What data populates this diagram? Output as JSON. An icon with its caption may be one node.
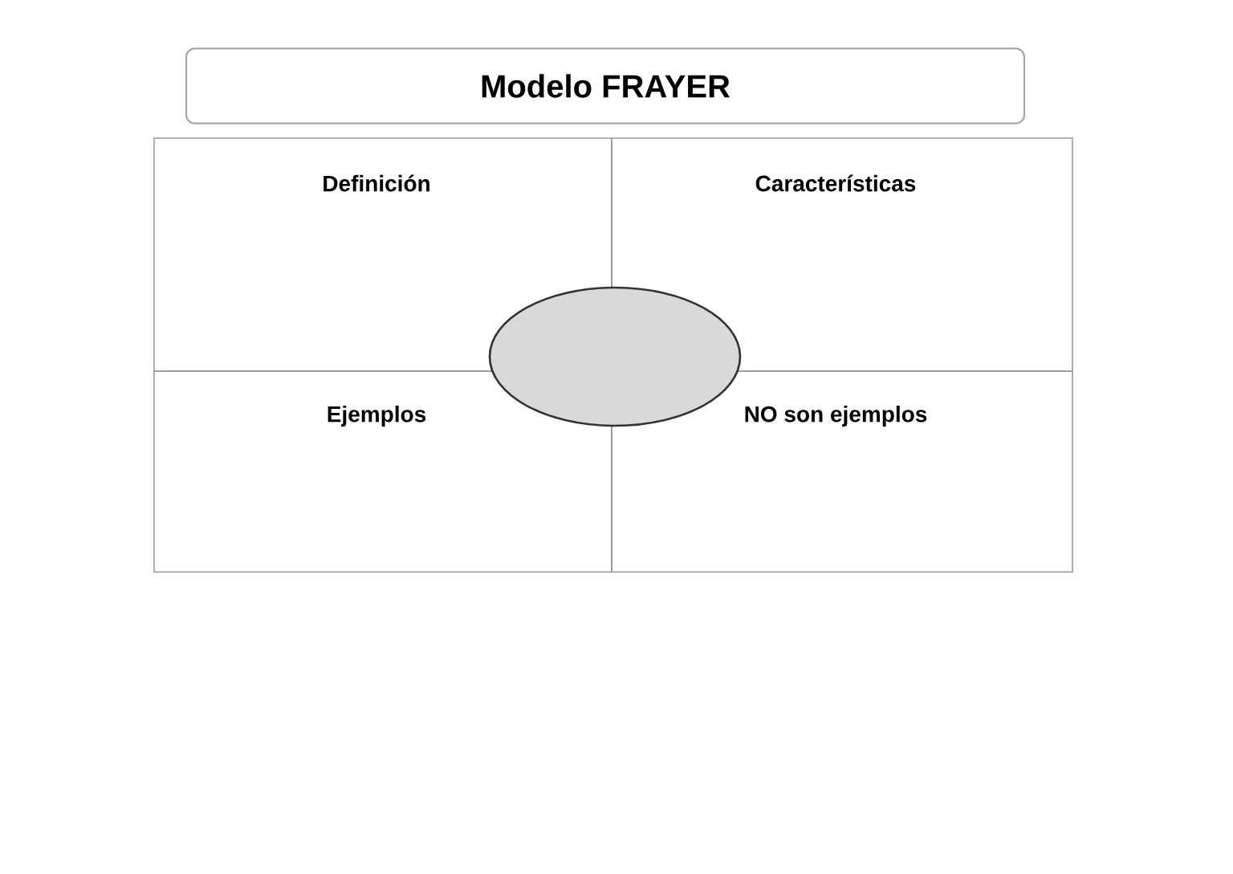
{
  "diagram": {
    "title": "Modelo FRAYER",
    "nodes": [
      {
        "text": [
          "Definición"
        ]
      },
      {
        "text": [
          "Características"
        ]
      },
      {
        "text": [
          "Ejemplos"
        ]
      },
      {
        "text": [
          "NO son ejemplos"
        ]
      },
      {
        "text": [],
        "shape": "ellipse"
      }
    ]
  }
}
